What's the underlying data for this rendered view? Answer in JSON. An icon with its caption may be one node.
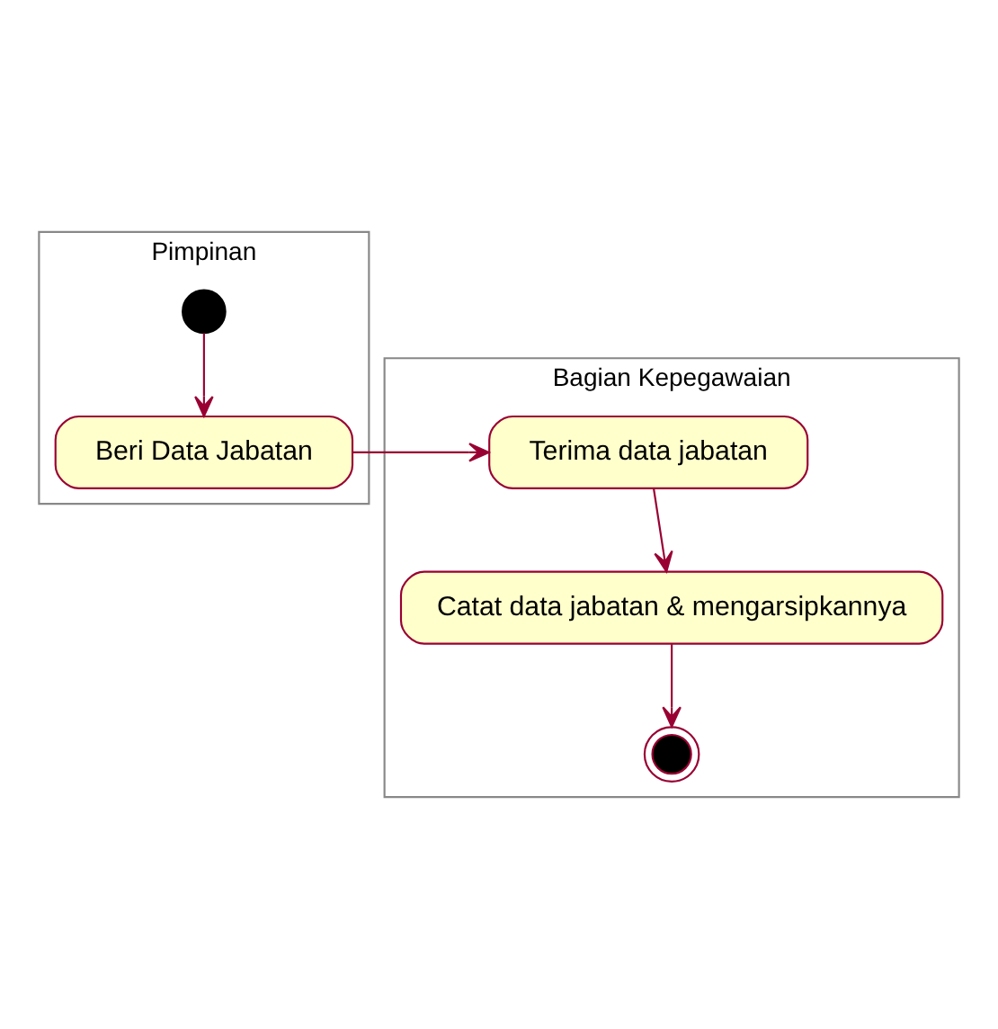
{
  "diagram": {
    "nodes": [
      {
        "text": [
          "Pimpinan"
        ]
      },
      {
        "text": [
          "Bagian Kepegawaian"
        ]
      },
      {
        "text": [],
        "shape": "circle",
        "in": 0
      },
      {
        "text": [
          "Beri Data Jabatan"
        ],
        "in": 0
      },
      {
        "text": [
          "Terima data jabatan"
        ],
        "in": 1
      },
      {
        "text": [
          "Catat data jabatan & mengarsipkannya"
        ],
        "in": 1
      },
      {
        "text": [],
        "shape": "bullseye",
        "in": 1
      }
    ],
    "edges": [
      {
        "from": 2,
        "to": 3,
        "arrow": "to"
      },
      {
        "from": 3,
        "to": 4,
        "arrow": "to"
      },
      {
        "from": 4,
        "to": 5,
        "arrow": "to"
      },
      {
        "from": 5,
        "to": 6,
        "arrow": "to"
      }
    ]
  }
}
